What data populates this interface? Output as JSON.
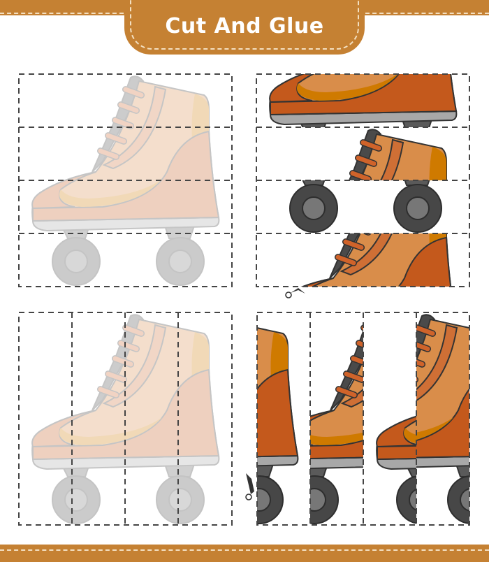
{
  "header": {
    "title": "Cut And Glue"
  },
  "colors": {
    "band": "#c58133",
    "stitch": "#f3dfc0",
    "dash_line": "#444444",
    "boot_light": "#d98d4a",
    "boot_dark": "#c4591c",
    "boot_accent": "#cf7a00",
    "laces": "#d0632a",
    "wheel": "#474747",
    "hub": "#777777",
    "sole": "#a8a8a8"
  },
  "panels": [
    {
      "id": "guide-horizontal",
      "label": "faded roller skate guide, 4 horizontal strips",
      "rows": 4
    },
    {
      "id": "pieces-horizontal",
      "label": "cut pieces shuffled horizontal strips",
      "order": [
        4,
        2,
        1,
        3
      ]
    },
    {
      "id": "guide-vertical",
      "label": "faded roller skate guide, 4 vertical strips",
      "cols": 4
    },
    {
      "id": "pieces-vertical",
      "label": "cut pieces shuffled vertical strips",
      "order": [
        4,
        2,
        1,
        3
      ]
    }
  ],
  "icons": {
    "scissors_1": "scissors-icon",
    "scissors_2": "scissors-icon"
  }
}
